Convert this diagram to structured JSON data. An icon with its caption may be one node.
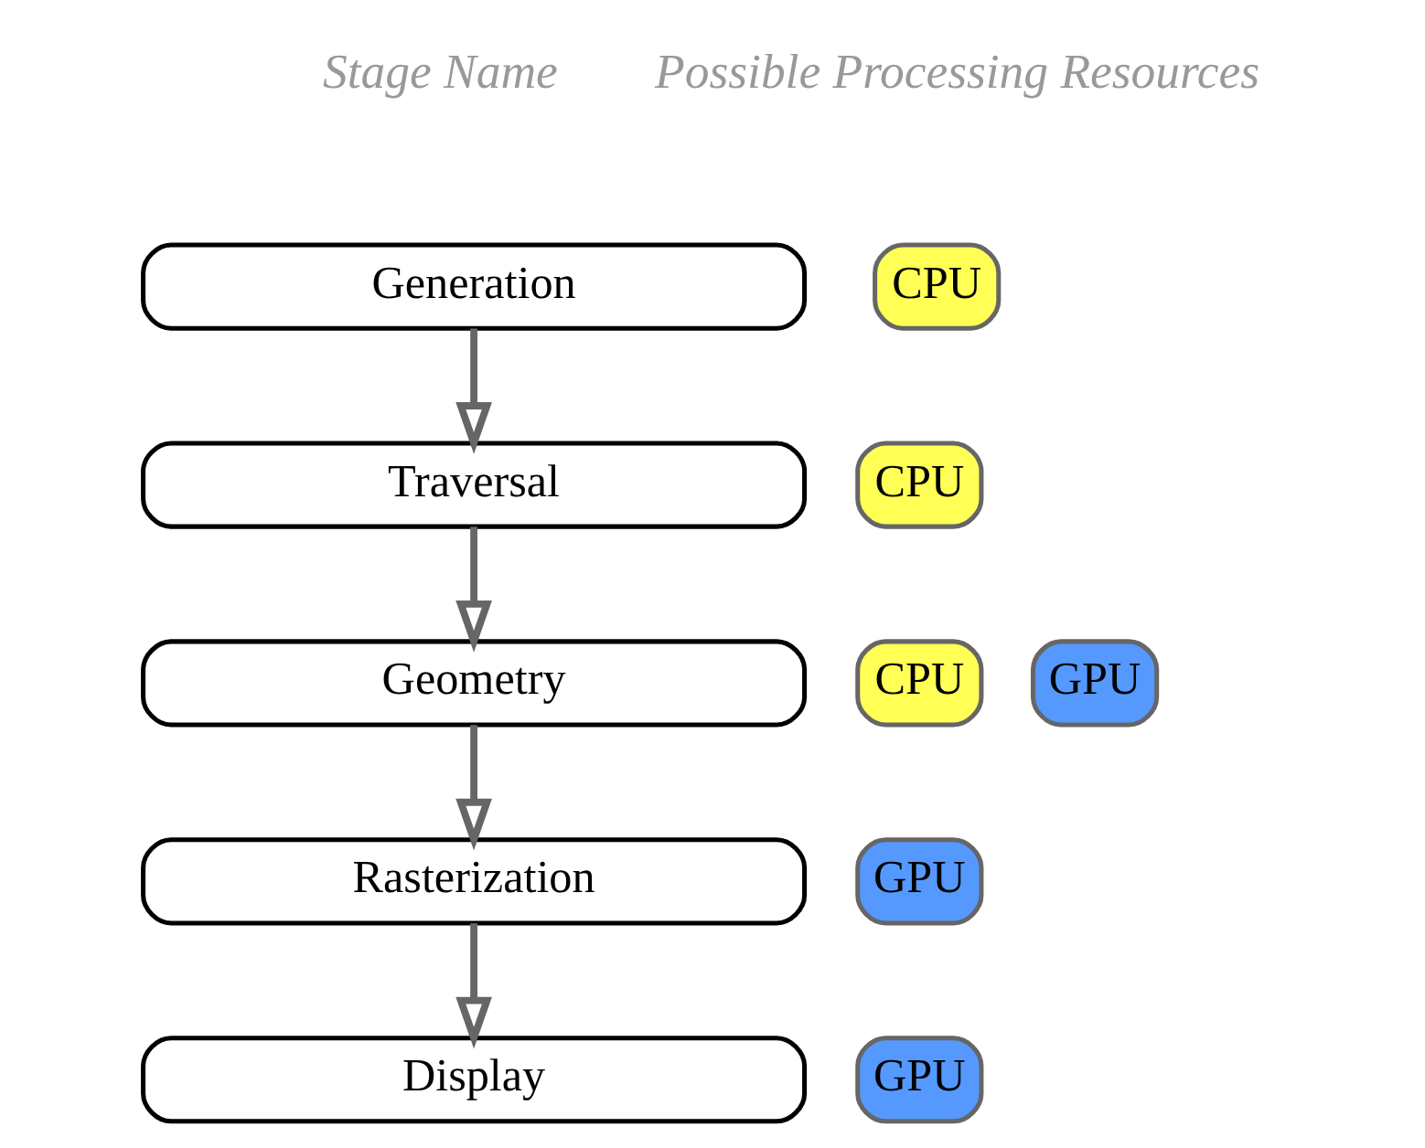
{
  "diagram": {
    "nodes": [
      {
        "text": [
          "Generation"
        ]
      },
      {
        "text": [
          "CPU"
        ]
      },
      {
        "text": [
          "Traversal"
        ]
      },
      {
        "text": [
          "CPU"
        ]
      },
      {
        "text": [
          "Geometry"
        ]
      },
      {
        "text": [
          "CPU"
        ]
      },
      {
        "text": [
          "GPU"
        ]
      },
      {
        "text": [
          "Rasterization"
        ]
      },
      {
        "text": [
          "GPU"
        ]
      },
      {
        "text": [
          "Display"
        ]
      },
      {
        "text": [
          "GPU"
        ]
      }
    ],
    "edges": [
      {
        "from": 0,
        "to": 2,
        "arrow": "to"
      },
      {
        "from": 2,
        "to": 4,
        "arrow": "to"
      },
      {
        "from": 4,
        "to": 7,
        "arrow": "to"
      },
      {
        "from": 7,
        "to": 9,
        "arrow": "to"
      }
    ],
    "labels": [
      "Stage Name",
      "Possible Processing Resources"
    ]
  }
}
